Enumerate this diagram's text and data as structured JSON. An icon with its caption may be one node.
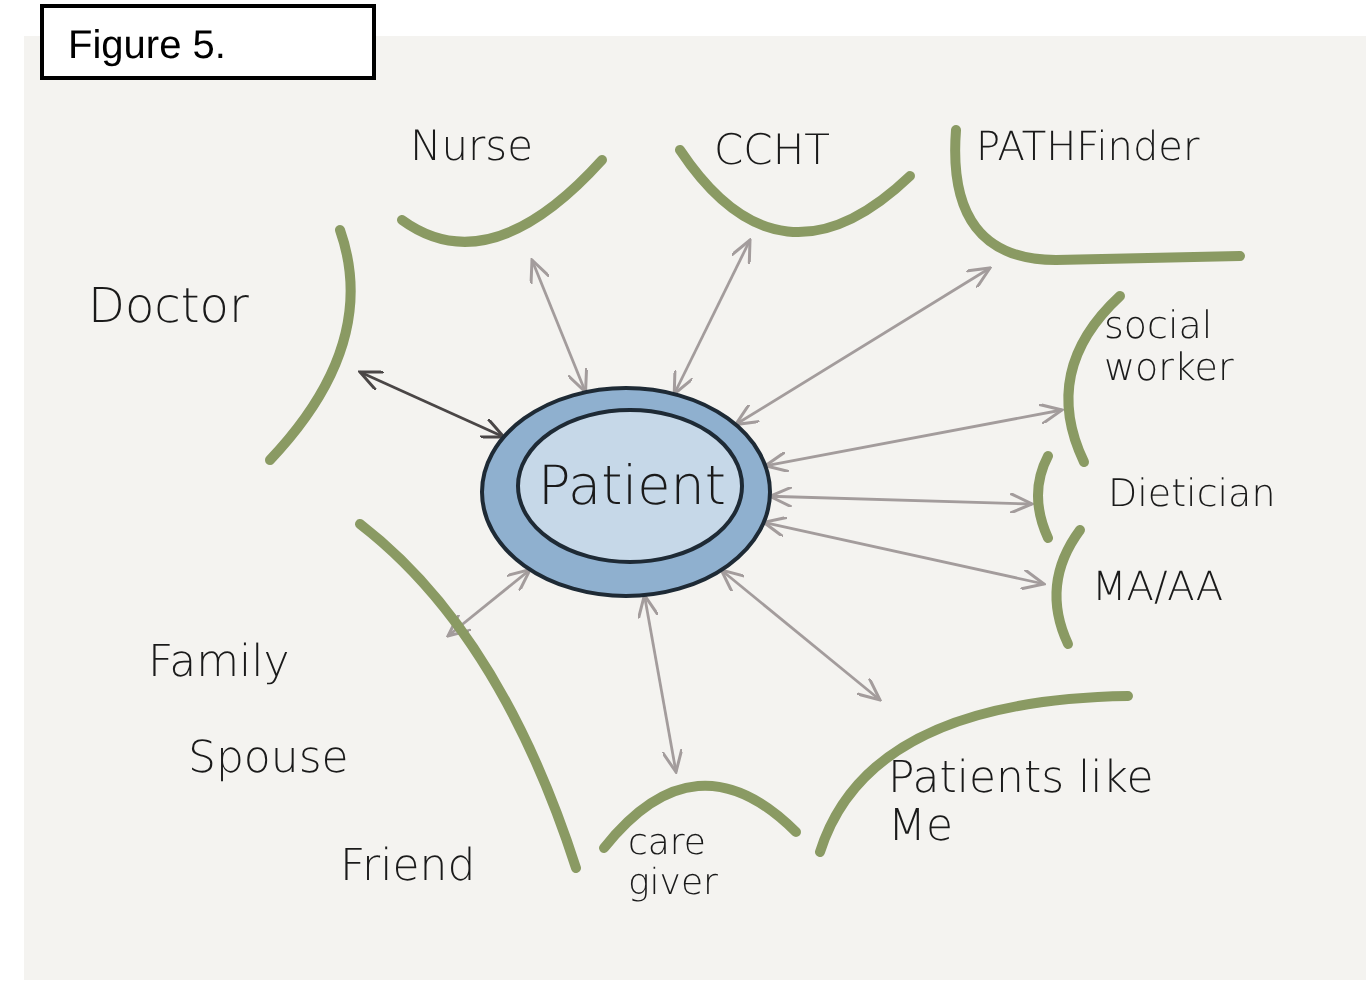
{
  "diagram": {
    "title": "Figure 5.",
    "nodes": [
      {
        "text": [
          "Nurse"
        ]
      },
      {
        "text": [
          "CCHT"
        ]
      },
      {
        "text": [
          "PATHFinder"
        ]
      },
      {
        "text": [
          "Doctor"
        ]
      },
      {
        "text": [
          "social worker"
        ]
      },
      {
        "text": [
          "Patient"
        ]
      },
      {
        "text": [
          "Dietician"
        ]
      },
      {
        "text": [
          "MA/AA"
        ]
      },
      {
        "text": [
          "Family",
          "Spouse",
          "Friend"
        ]
      },
      {
        "text": [
          "care giver"
        ]
      },
      {
        "text": [
          "Patients like Me"
        ]
      }
    ],
    "edges": [
      {
        "from": 5,
        "to": 0,
        "arrow": "both"
      },
      {
        "from": 5,
        "to": 1,
        "arrow": "both"
      },
      {
        "from": 5,
        "to": 2,
        "arrow": "both"
      },
      {
        "from": 5,
        "to": 3,
        "arrow": "both",
        "color": "#4a4646"
      },
      {
        "from": 5,
        "to": 4,
        "arrow": "both"
      },
      {
        "from": 5,
        "to": 6,
        "arrow": "both"
      },
      {
        "from": 5,
        "to": 7,
        "arrow": "both"
      },
      {
        "from": 5,
        "to": 8,
        "arrow": "both"
      },
      {
        "from": 5,
        "to": 9,
        "arrow": "both"
      },
      {
        "from": 5,
        "to": 10,
        "arrow": "both"
      }
    ]
  }
}
